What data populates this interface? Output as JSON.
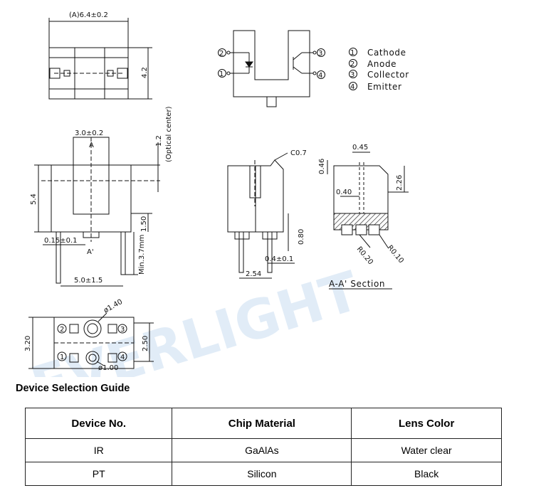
{
  "dims": {
    "overall_width": "(A)6.4±0.2",
    "height_42": "4.2",
    "width_30": "3.0±0.2",
    "optical_12": "1.2",
    "optical_center": "(Optical center)",
    "height_54": "5.4",
    "dim_150": "1.50",
    "lead_015": "0.15±0.1",
    "min_37": "Min.3.7mm",
    "span_50": "5.0±1.5",
    "chamfer": "C0.7",
    "dim_080": "0.80",
    "lead_04": "0.4±0.1",
    "pitch_254": "2.54",
    "sec_045": "0.45",
    "sec_046": "0.46",
    "sec_226": "2.26",
    "sec_040": "0.40",
    "r020": "R0.20",
    "r010": "R0.10",
    "d140": "ø1.40",
    "d100": "ø1.00",
    "dim_320": "3.20",
    "dim_250": "2.50"
  },
  "labels": {
    "a": "A",
    "a_prime": "A'",
    "section": "A-A' Section"
  },
  "pins": {
    "n1": "1",
    "n2": "2",
    "n3": "3",
    "n4": "4"
  },
  "pin_legend": [
    {
      "num": "1",
      "name": "Cathode"
    },
    {
      "num": "2",
      "name": "Anode"
    },
    {
      "num": "3",
      "name": "Collector"
    },
    {
      "num": "4",
      "name": "Emitter"
    }
  ],
  "watermark": "EVERLIGHT",
  "selection": {
    "title": "Device Selection Guide",
    "headers": [
      "Device No.",
      "Chip Material",
      "Lens Color"
    ],
    "rows": [
      [
        "IR",
        "GaAlAs",
        "Water clear"
      ],
      [
        "PT",
        "Silicon",
        "Black"
      ]
    ]
  }
}
